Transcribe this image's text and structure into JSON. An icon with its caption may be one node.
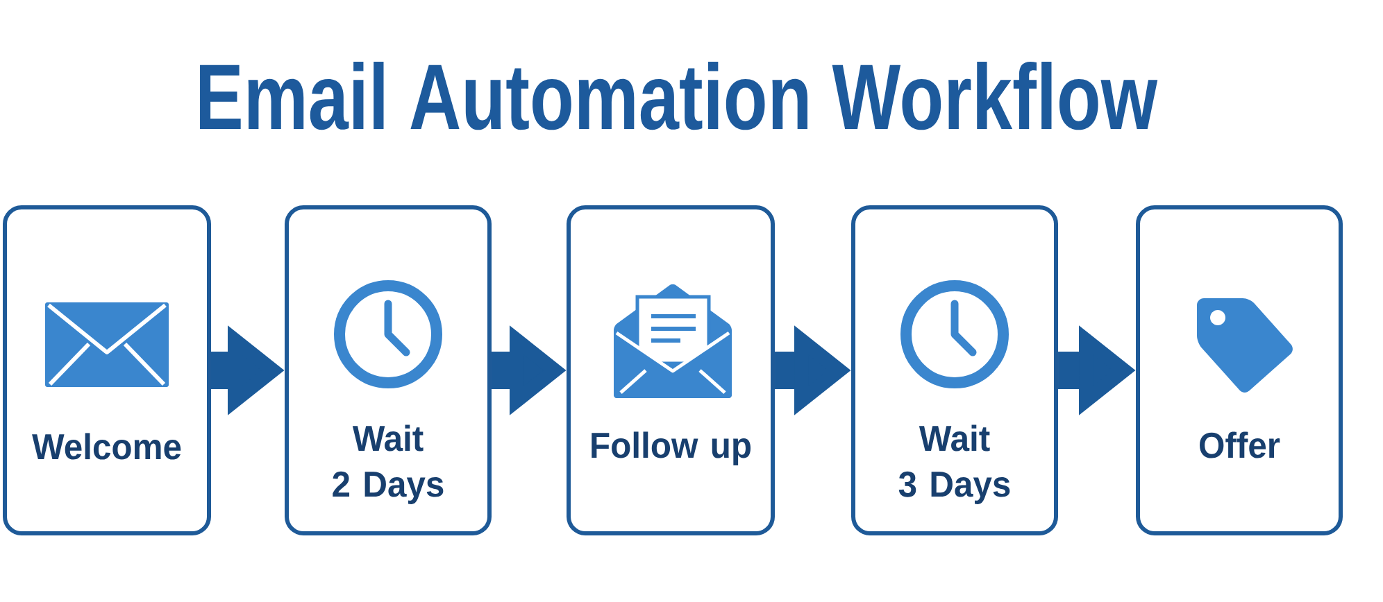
{
  "diagram": {
    "title": "Email Automation Workflow",
    "nodes": [
      {
        "text": [
          "Welcome"
        ]
      },
      {
        "text": [
          "Wait 2 Days"
        ]
      },
      {
        "text": [
          "Follow up"
        ]
      },
      {
        "text": [
          "Wait 3 Days"
        ]
      },
      {
        "text": [
          "Offer"
        ]
      }
    ],
    "edges": [
      {
        "from": 0,
        "to": 1,
        "arrow": "to"
      },
      {
        "from": 1,
        "to": 2,
        "arrow": "to"
      },
      {
        "from": 2,
        "to": 3,
        "arrow": "to"
      },
      {
        "from": 3,
        "to": 4,
        "arrow": "to"
      }
    ]
  }
}
